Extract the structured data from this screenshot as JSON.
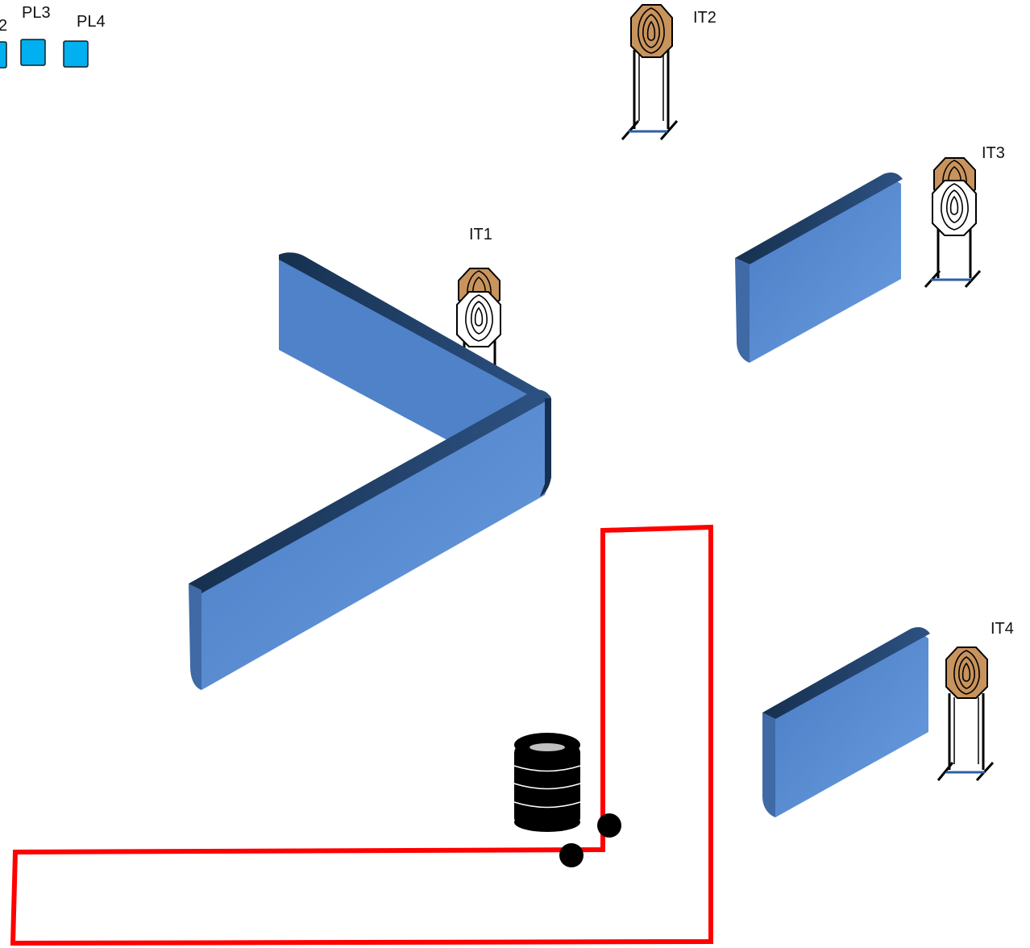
{
  "legend": {
    "items": [
      {
        "label": "2"
      },
      {
        "label": "PL3"
      },
      {
        "label": "PL4"
      }
    ],
    "color": "#00b0f0"
  },
  "targets": [
    {
      "label": "IT1",
      "variant": "brown-and-white"
    },
    {
      "label": "IT2",
      "variant": "brown"
    },
    {
      "label": "IT3",
      "variant": "brown-and-white"
    },
    {
      "label": "IT4",
      "variant": "brown"
    }
  ],
  "colors": {
    "wall_face": "#5b8ed6",
    "wall_top": "#1c3658",
    "boundary": "#ff0000",
    "target_brown": "#c8935c",
    "barrel": "#000000"
  }
}
